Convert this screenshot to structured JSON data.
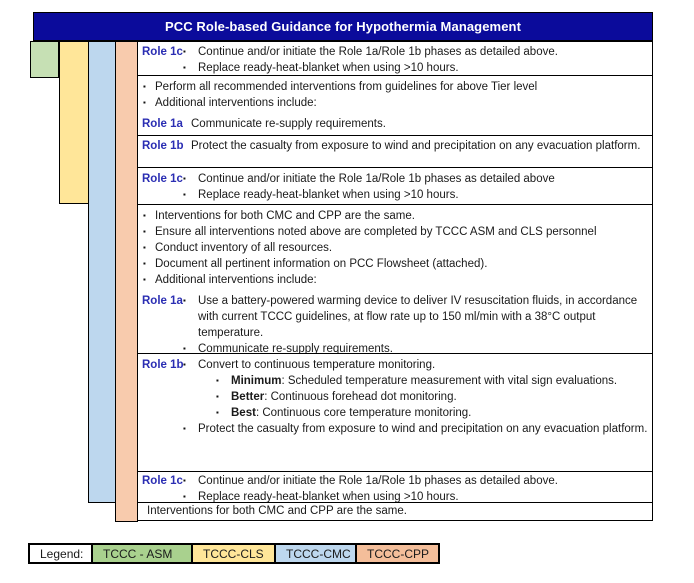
{
  "title": "PCC Role-based Guidance for Hypothermia Management",
  "colors": {
    "header_bg": "#0B0B9B",
    "role_label": "#2B2EB3",
    "body_text": "#1A1A1A"
  },
  "tiers": [
    {
      "name": "TCCC-ASM",
      "column_color": "#C6E0B4"
    },
    {
      "name": "TCCC-CLS",
      "column_color": "#FFE699"
    },
    {
      "name": "TCCC-CMC",
      "column_color": "#BDD7EE"
    },
    {
      "name": "TCCC-CPP",
      "column_color": "#F8CBAD"
    }
  ],
  "rows": [
    {
      "tier": "TCCC-ASM",
      "lines": [
        {
          "role": "Role 1c",
          "level": "1",
          "text": "Continue and/or initiate the Role 1a/Role 1b phases as detailed above."
        },
        {
          "level": "1",
          "text": "Replace ready-heat-blanket when using >10 hours."
        }
      ]
    },
    {
      "tier": "TCCC-CLS",
      "lines": [
        {
          "level": "g",
          "text": "Perform all recommended interventions from guidelines for above Tier level"
        },
        {
          "level": "g",
          "text": "Additional interventions include:"
        },
        {
          "role": "Role 1a",
          "level": "0",
          "text": "Communicate re-supply requirements."
        }
      ]
    },
    {
      "tier": "TCCC-CLS",
      "lines": [
        {
          "role": "Role 1b",
          "level": "0",
          "text": "Protect the casualty from exposure to wind and precipitation on any evacuation platform."
        }
      ]
    },
    {
      "tier": "TCCC-CLS",
      "lines": [
        {
          "role": "Role 1c",
          "level": "1",
          "text": "Continue and/or initiate the Role 1a/Role 1b phases as detailed above"
        },
        {
          "level": "1",
          "text": "Replace ready-heat-blanket when using >10 hours."
        }
      ]
    },
    {
      "tier": "TCCC-CMC",
      "lines": [
        {
          "level": "g",
          "text": "Interventions for both CMC and CPP are the same."
        },
        {
          "level": "g",
          "text": "Ensure all interventions noted above are completed by TCCC ASM and CLS personnel"
        },
        {
          "level": "g",
          "text": "Conduct inventory of all resources."
        },
        {
          "level": "g",
          "text": "Document all pertinent information on PCC Flowsheet (attached)."
        },
        {
          "level": "g",
          "text": "Additional interventions include:"
        },
        {
          "role": "Role 1a",
          "level": "1",
          "text": "Use a battery-powered warming device to deliver IV resuscitation fluids, in accordance with current TCCC guidelines, at flow rate up to 150 ml/min with a 38°C output temperature."
        },
        {
          "level": "1",
          "text": "Communicate re-supply requirements."
        }
      ]
    },
    {
      "tier": "TCCC-CMC",
      "lines": [
        {
          "role": "Role 1b",
          "level": "1",
          "text": "Convert to continuous temperature monitoring."
        },
        {
          "level": "2",
          "bold": "Minimum",
          "text": ": Scheduled temperature measurement with vital sign evaluations."
        },
        {
          "level": "2",
          "bold": "Better",
          "text": ": Continuous forehead dot monitoring."
        },
        {
          "level": "2",
          "bold": "Best",
          "text": ": Continuous core temperature monitoring."
        },
        {
          "level": "1",
          "text": "Protect the casualty from exposure to wind and precipitation on any evacuation platform."
        }
      ]
    },
    {
      "tier": "TCCC-CMC",
      "lines": [
        {
          "role": "Role 1c",
          "level": "1",
          "text": "Continue and/or initiate the Role 1a/Role 1b phases as detailed above."
        },
        {
          "level": "1",
          "text": "Replace ready-heat-blanket when using >10 hours."
        }
      ]
    },
    {
      "tier": "TCCC-CPP",
      "lines": [
        {
          "level": "plain",
          "text": "Interventions for both CMC and CPP are the same."
        }
      ]
    }
  ],
  "legend": {
    "label": "Legend:",
    "entries": [
      {
        "name": "TCCC - ASM",
        "color": "#A9D18E"
      },
      {
        "name": "TCCC-CLS",
        "color": "#FFE699"
      },
      {
        "name": "TCCC-CMC",
        "color": "#BDD7EE"
      },
      {
        "name": "TCCC-CPP",
        "color": "#F4BE9A"
      }
    ]
  }
}
